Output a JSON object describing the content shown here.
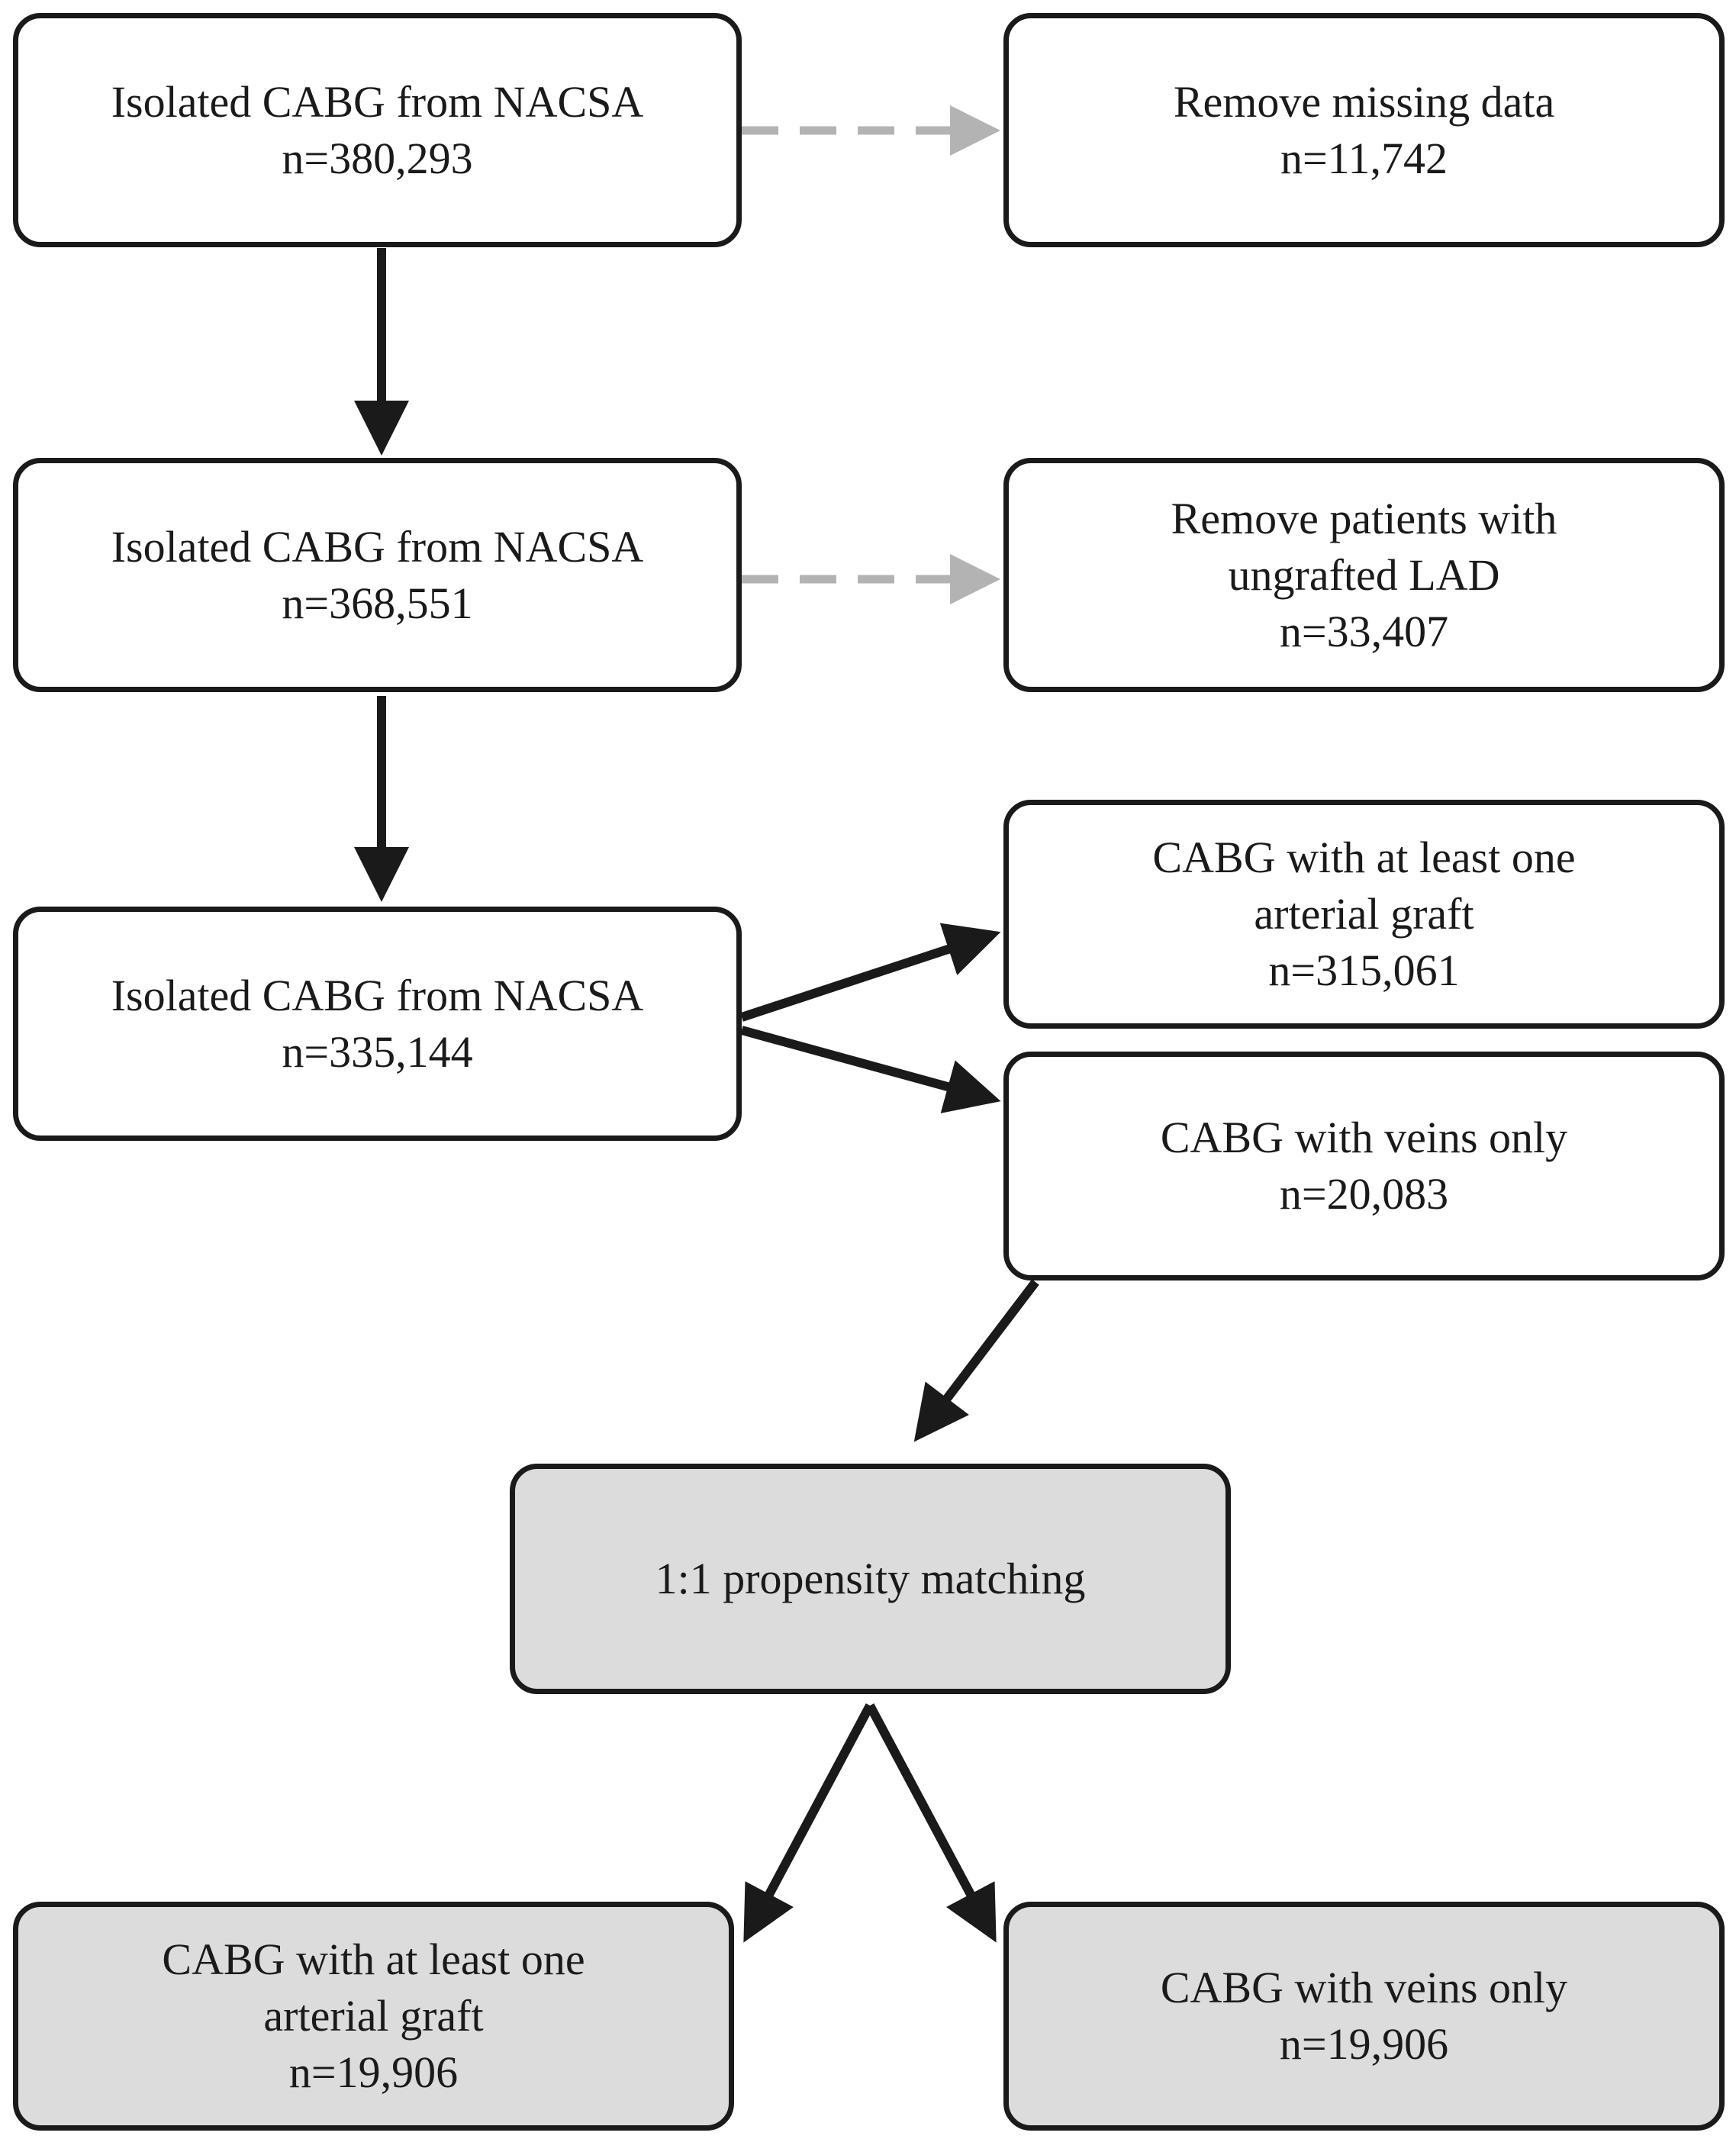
{
  "colors": {
    "line": "#1a1a1a",
    "dashed_line": "#b3b3b3",
    "box_fill": "#ffffff",
    "shaded_fill": "#dcdcdc"
  },
  "boxes": {
    "cohort_1": {
      "line1": "Isolated CABG from NACSA",
      "count": "n=380,293"
    },
    "remove_missing": {
      "line1": "Remove missing data",
      "count": "n=11,742"
    },
    "cohort_2": {
      "line1": "Isolated CABG from NACSA",
      "count": "n=368,551"
    },
    "remove_ungrafted": {
      "line1": "Remove patients with",
      "line2": "ungrafted LAD",
      "count": "n=33,407"
    },
    "cohort_3": {
      "line1": "Isolated CABG from NACSA",
      "count": "n=335,144"
    },
    "arterial_group": {
      "line1": "CABG with at least one",
      "line2": "arterial graft",
      "count": "n=315,061"
    },
    "veins_group": {
      "line1": "CABG with veins only",
      "count": "n=20,083"
    },
    "matching": {
      "line1": "1:1 propensity matching"
    },
    "matched_arterial": {
      "line1": "CABG with at least one",
      "line2": "arterial graft",
      "count": "n=19,906"
    },
    "matched_veins": {
      "line1": "CABG with veins only",
      "count": "n=19,906"
    }
  }
}
